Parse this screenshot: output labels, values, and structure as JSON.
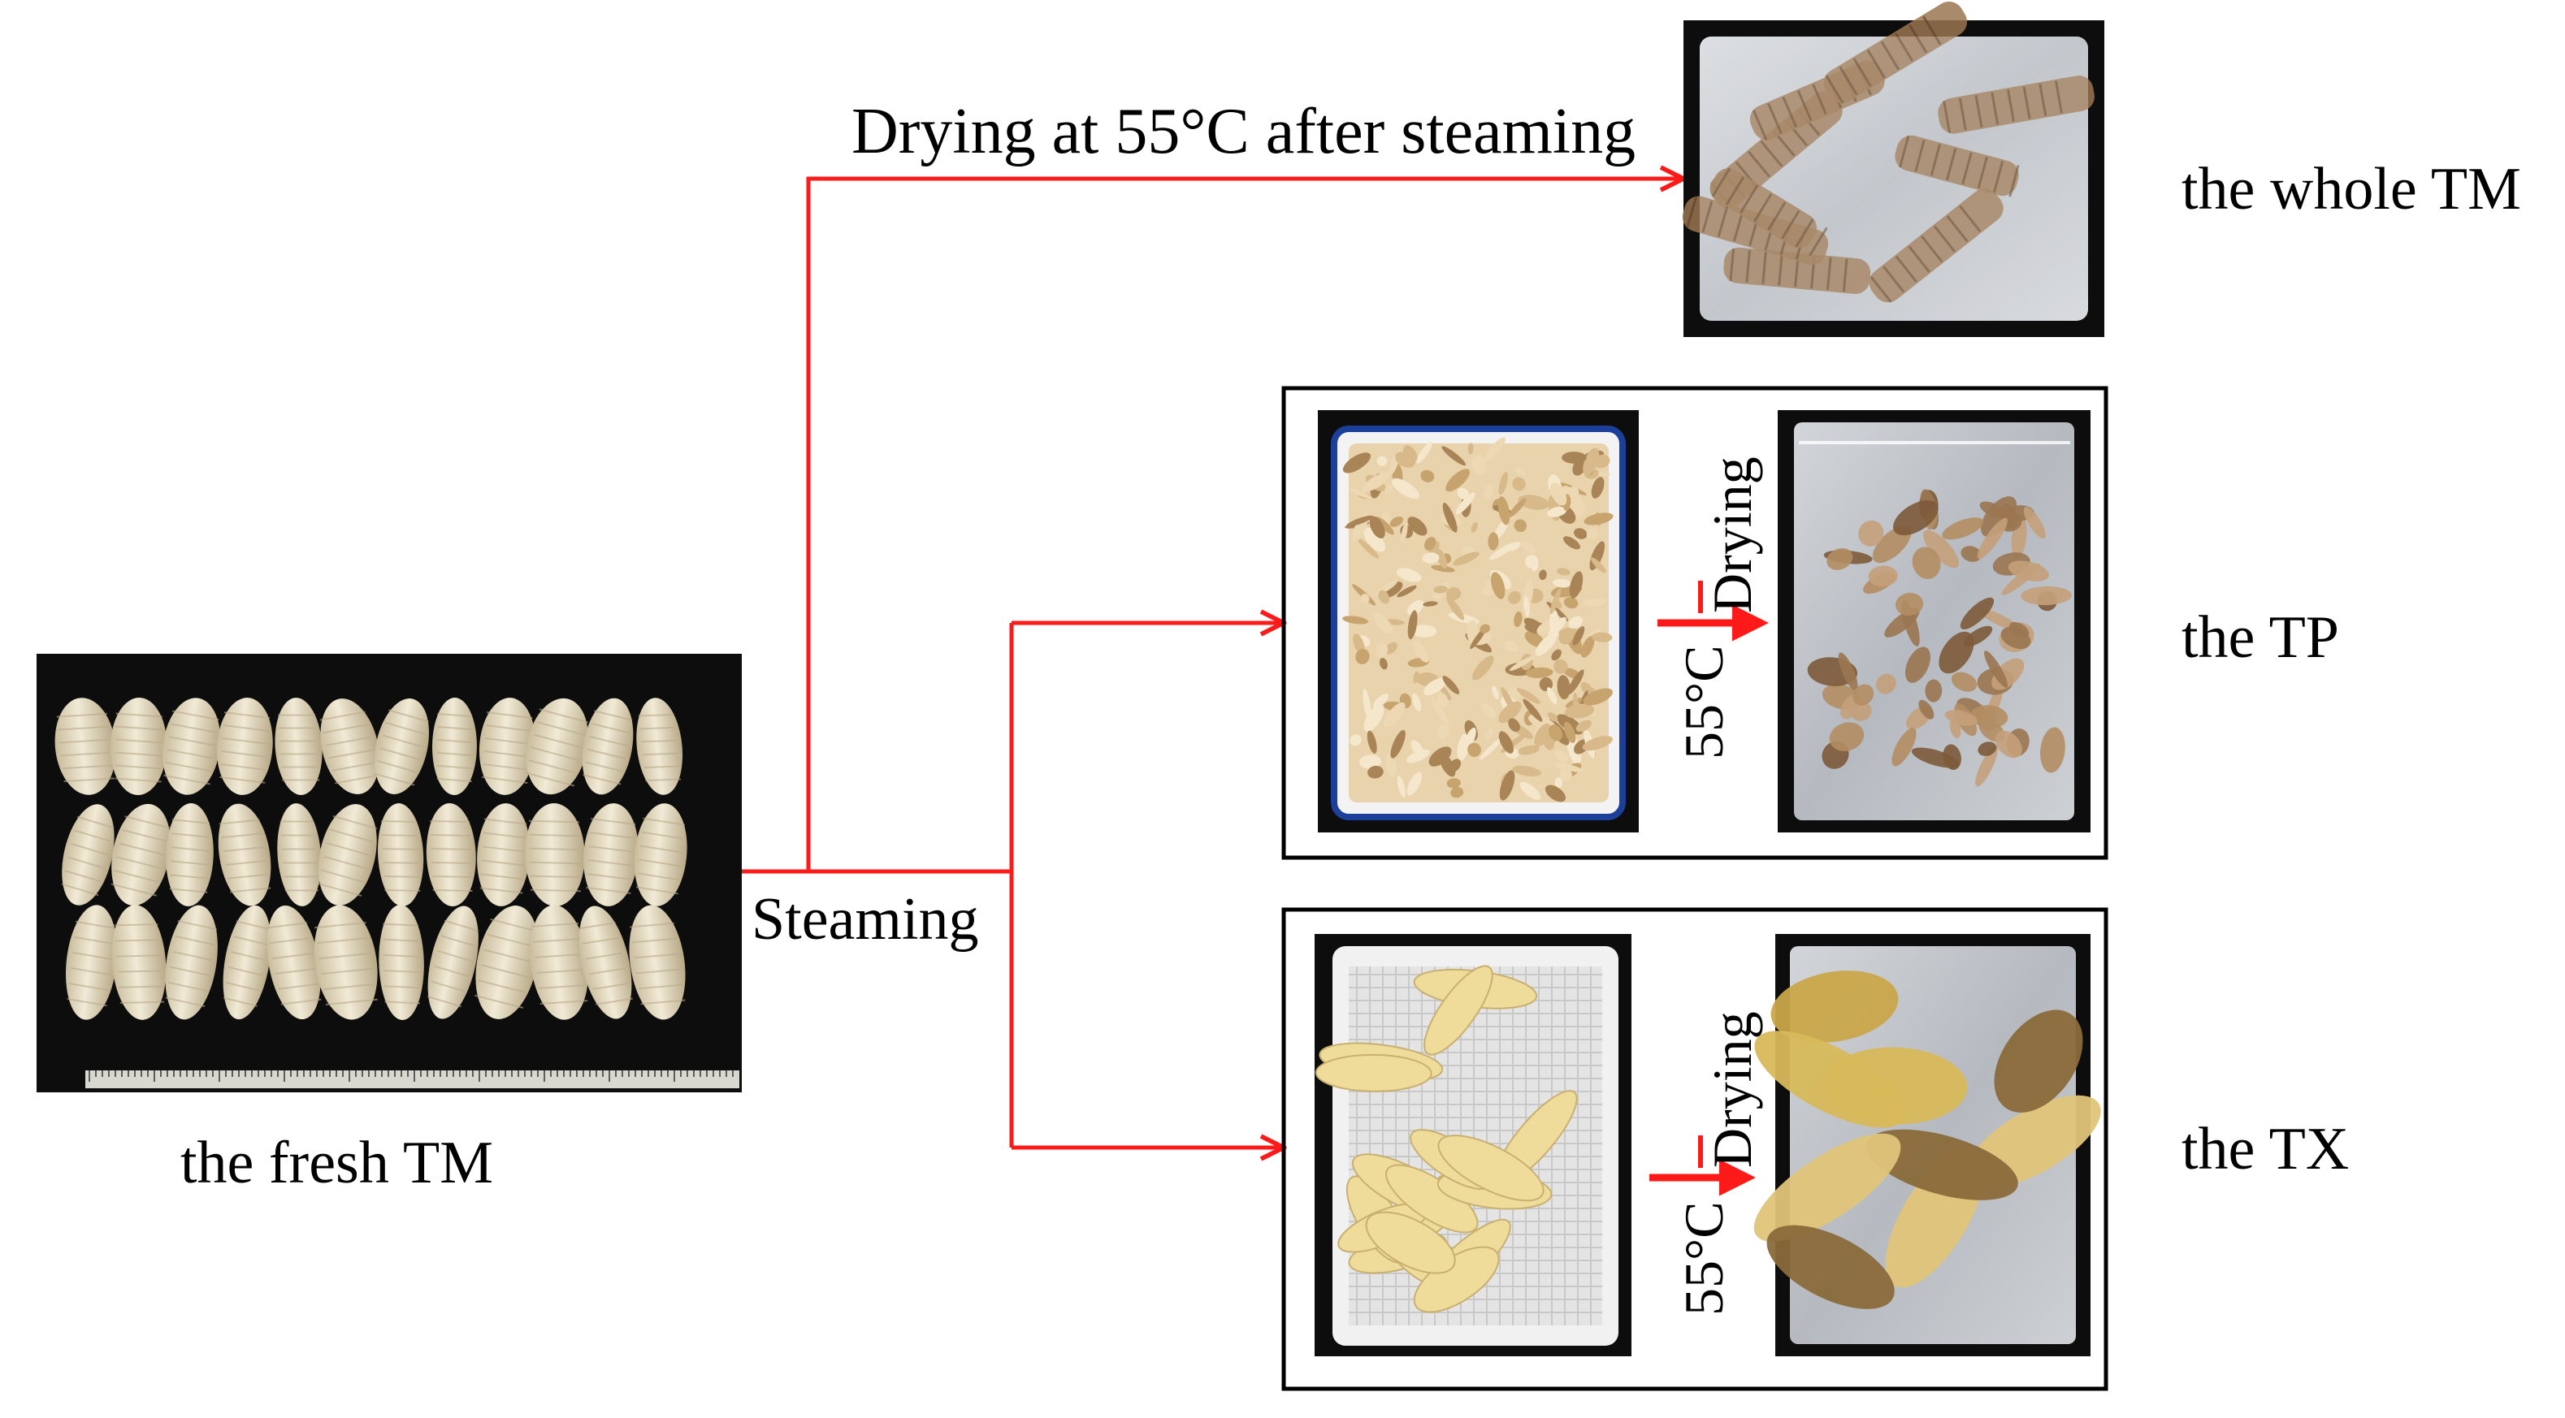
{
  "labels": {
    "fresh": "the fresh TM",
    "steaming": "Steaming",
    "drying_top": "Drying at 55°C after steaming",
    "whole": "the whole TM",
    "tp": "the TP",
    "tx": "the TX",
    "temp_tp": "55°C",
    "drying_tp": "Drying",
    "temp_tx": "55°C",
    "drying_tx": "Drying"
  },
  "colors": {
    "arrow": "#ff1a1a",
    "photo_bg": "#0d0d0d",
    "frame": "#000000",
    "tuber": "#e9e0c8",
    "tuber_dark": "#b9a98a",
    "dried": "#9a7550",
    "flake": "#d8b98a",
    "bag": "#d9dde2",
    "tray_white": "#f3f3f3",
    "tray_rim": "#1c3f9a",
    "steamed_piece": "#f0dc9a",
    "dried_piece": "#c9a64a"
  }
}
